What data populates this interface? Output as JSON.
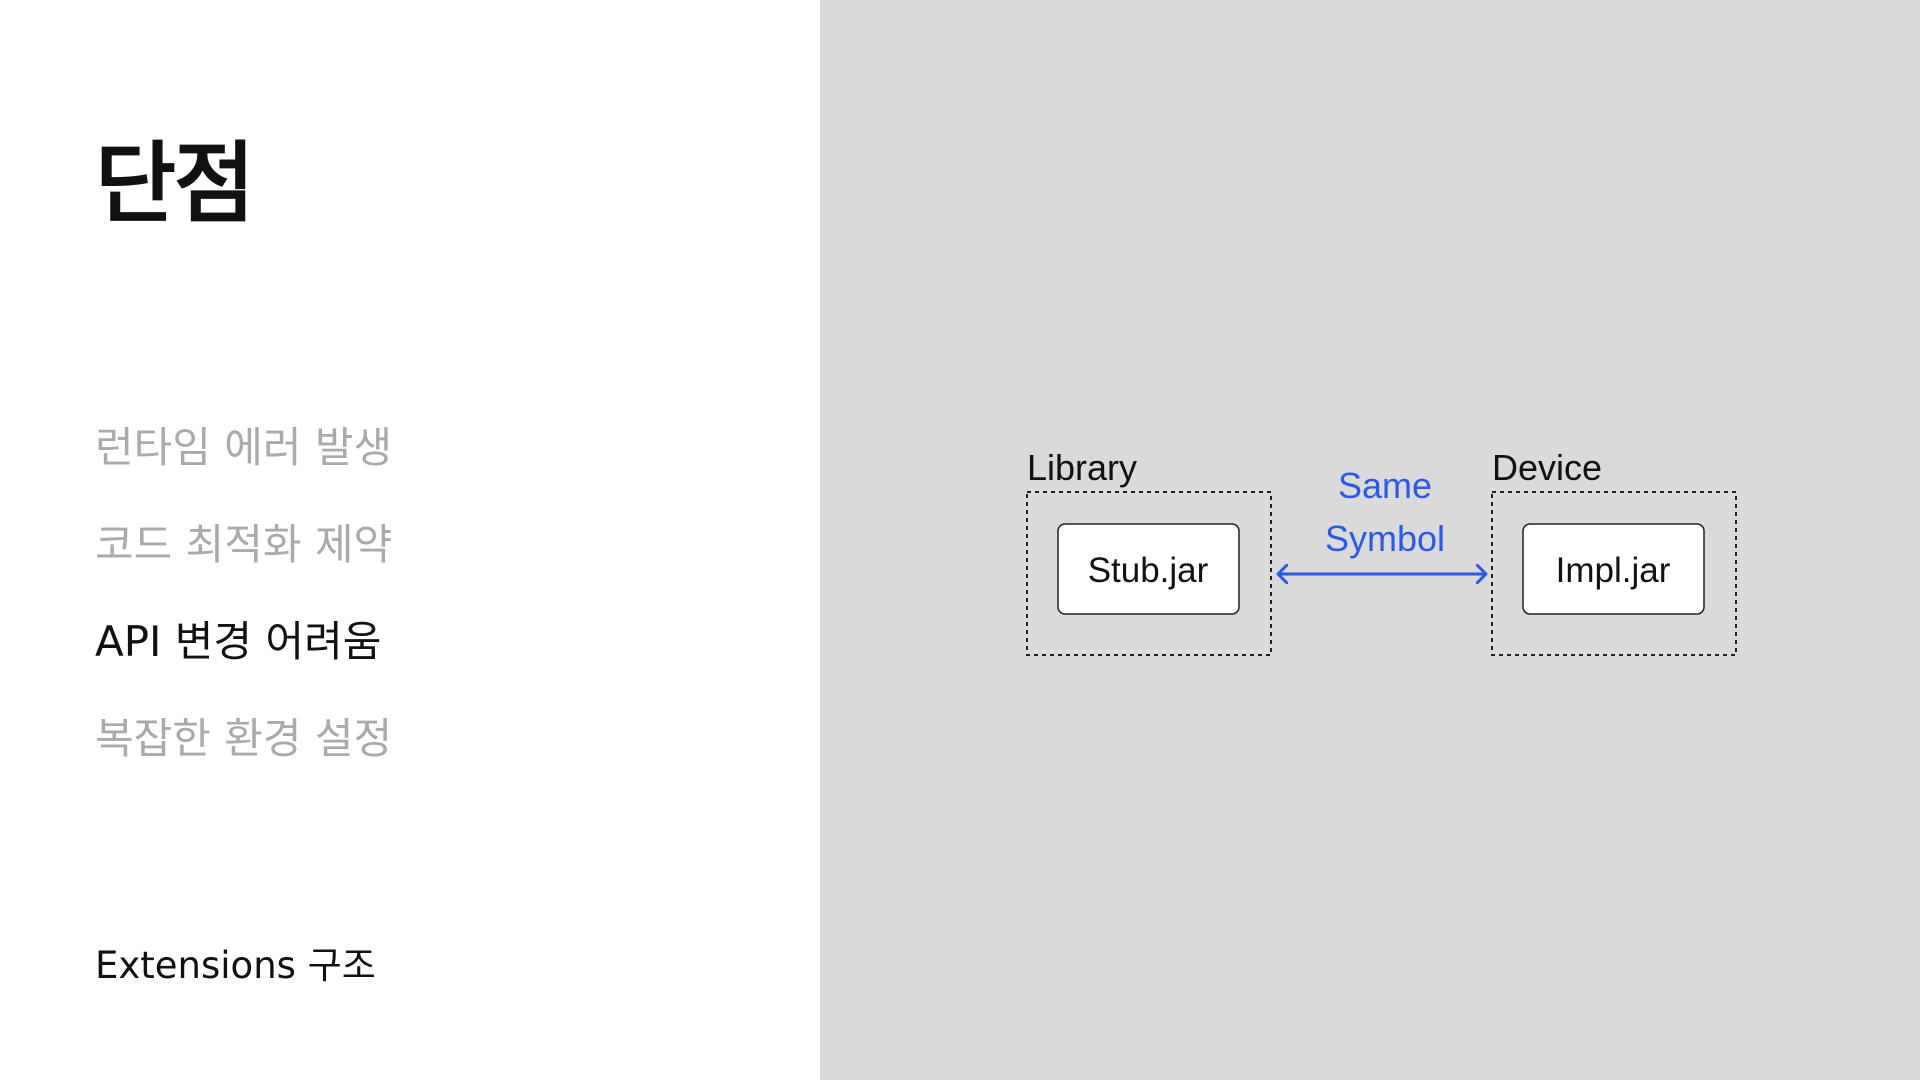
{
  "title": "단점",
  "points": [
    {
      "label": "런타임 에러 발생",
      "active": false
    },
    {
      "label": "코드 최적화 제약",
      "active": false
    },
    {
      "label": "API 변경 어려움",
      "active": true
    },
    {
      "label": "복잡한 환경 설정",
      "active": false
    }
  ],
  "footer": "Extensions 구조",
  "diagram": {
    "left_group": {
      "label": "Library",
      "box_label": "Stub.jar"
    },
    "right_group": {
      "label": "Device",
      "box_label": "Impl.jar"
    },
    "relation": {
      "line1": "Same",
      "line2": "Symbol"
    }
  },
  "colors": {
    "panel_background": "#dadada",
    "relation_arrow": "#2c5ae6",
    "inactive_text": "#aaaaaa",
    "active_text": "#111111"
  }
}
